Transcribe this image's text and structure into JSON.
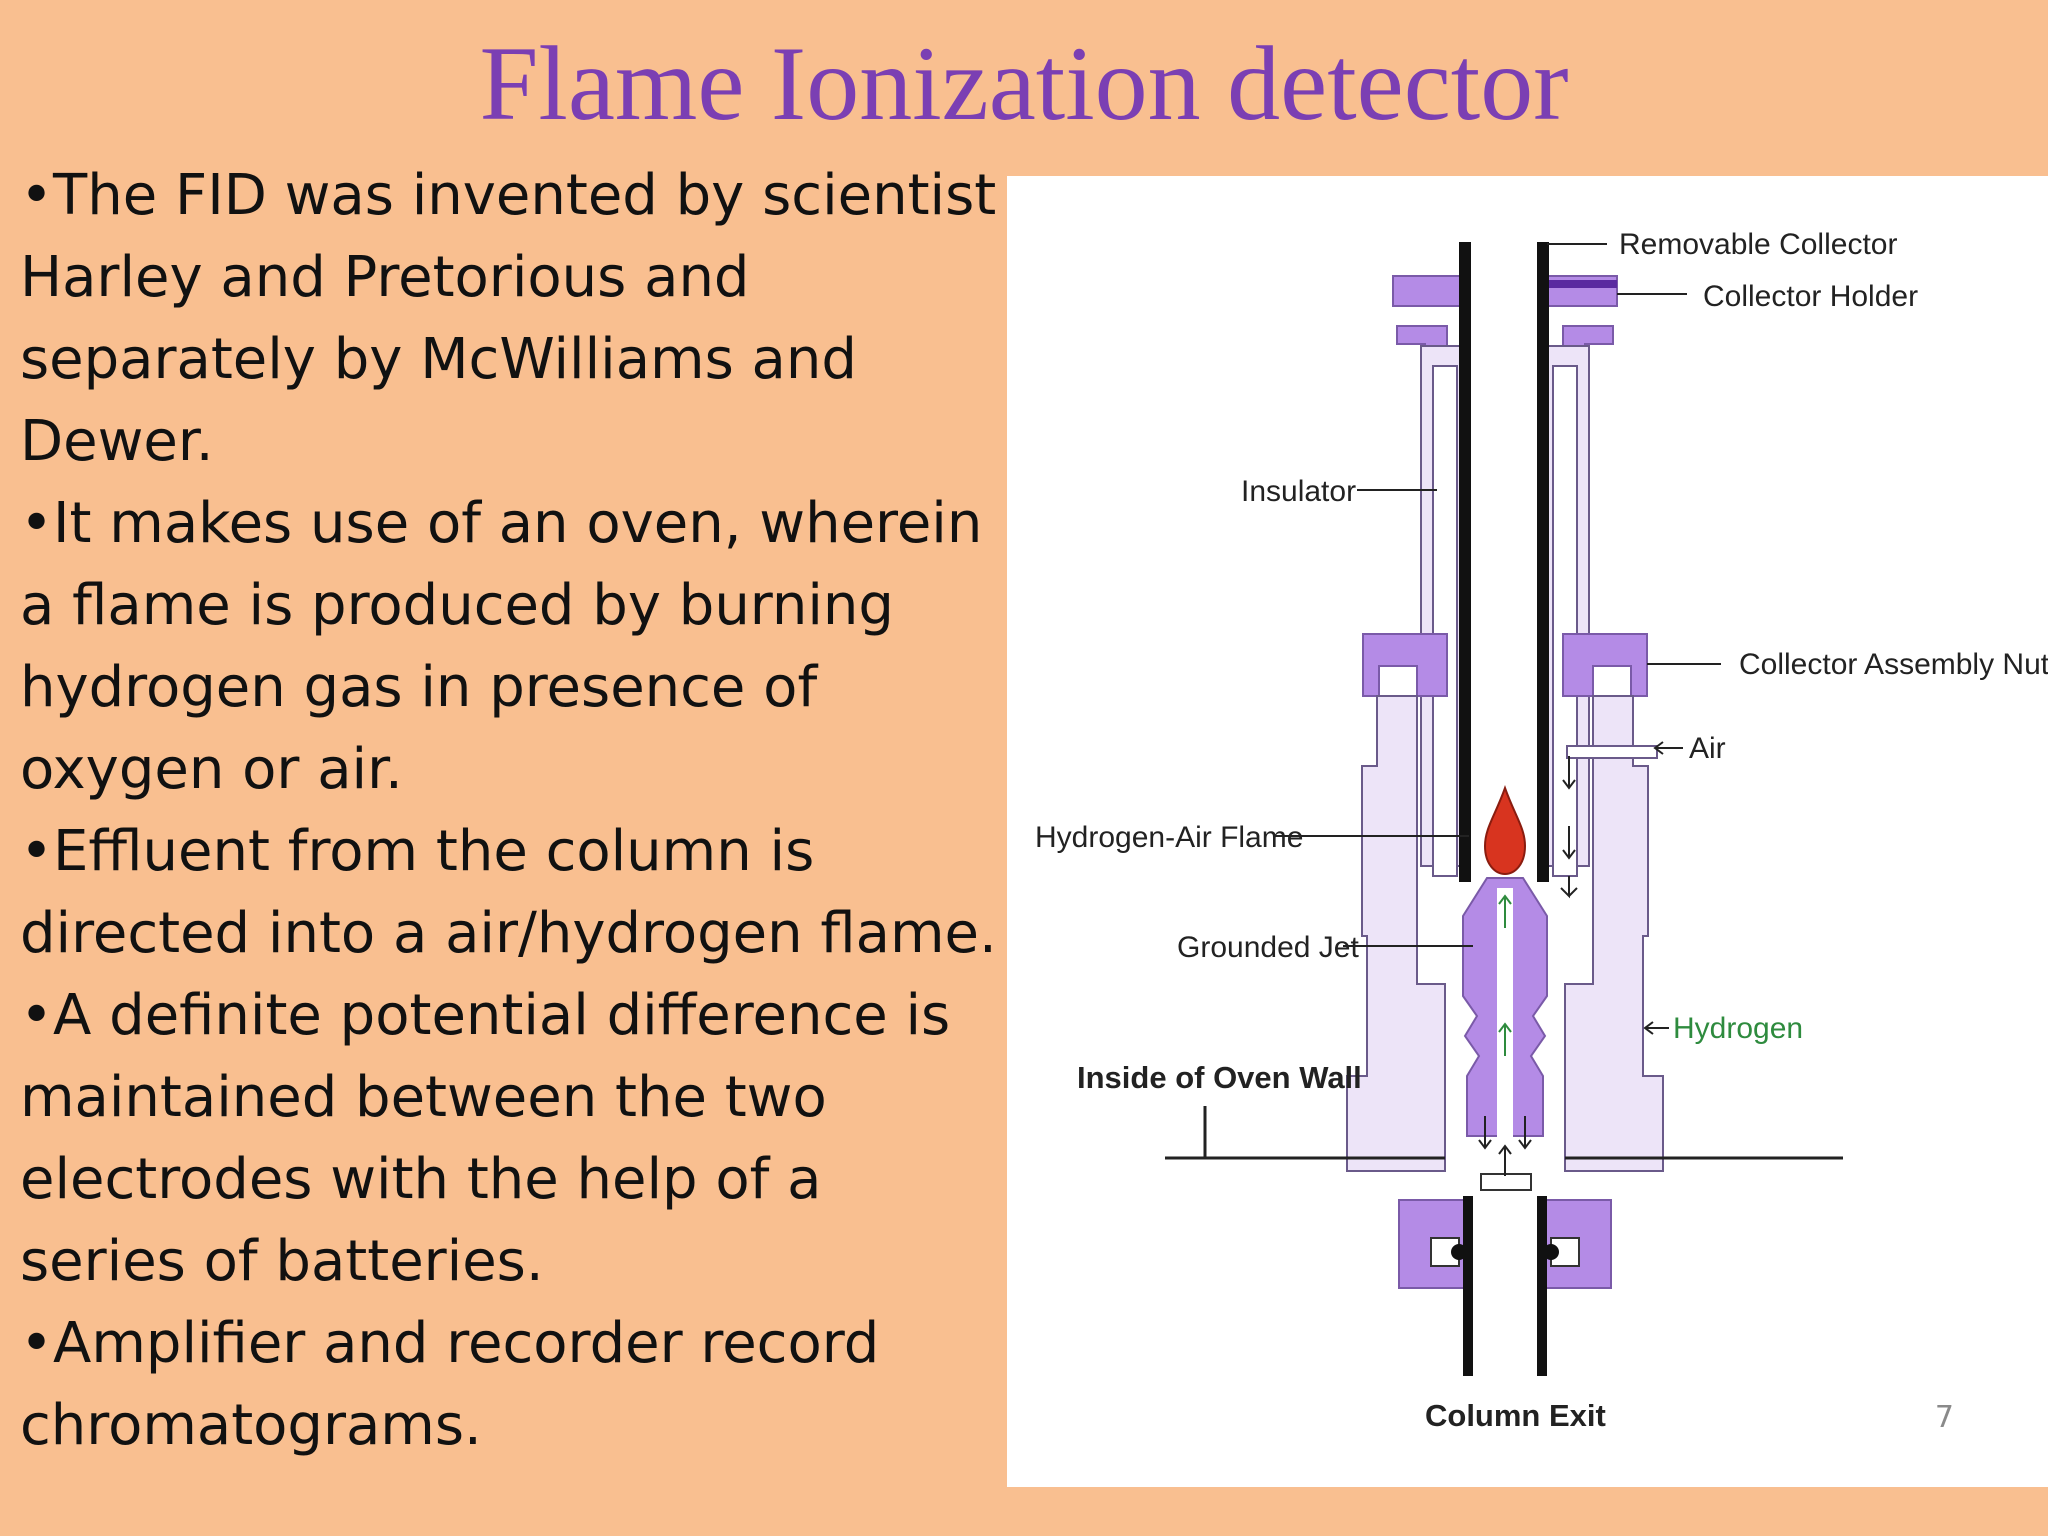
{
  "slide": {
    "title": "Flame Ionization detector",
    "page_number": "7",
    "colors": {
      "background": "#F9BF90",
      "title": "#7B3FB3",
      "body_text": "#111111",
      "diagram_purple": "#B48BE6",
      "diagram_light": "#EDE4F8",
      "flame": "#D8341F",
      "arrow_green": "#2E8B3E"
    }
  },
  "bullets": [
    "The FID was invented by scientist Harley and Pretorious and separately by McWilliams and Dewer.",
    "It makes use  of an oven, wherein a flame is produced by burning hydrogen gas in presence of oxygen or air.",
    "Effluent from the column is directed into a air/hydrogen flame.",
    "A definite potential difference is maintained between the two electrodes with the help of a series of batteries.",
    "Amplifier and recorder record chromatograms."
  ],
  "diagram": {
    "labels": {
      "removable_collector": "Removable Collector",
      "collector_holder": "Collector Holder",
      "insulator": "Insulator",
      "collector_assembly_nut": "Collector Assembly Nut",
      "air": "Air",
      "hydrogen_air_flame": "Hydrogen-Air Flame",
      "grounded_jet": "Grounded Jet",
      "hydrogen": "Hydrogen",
      "inside_oven_wall": "Inside of Oven Wall",
      "column_exit": "Column Exit"
    }
  }
}
